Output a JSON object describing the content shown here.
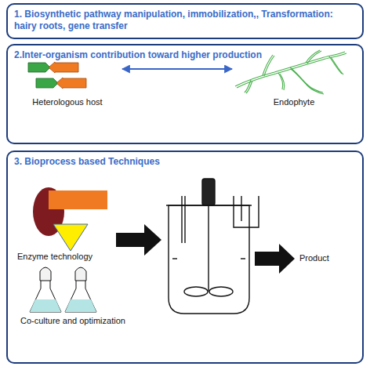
{
  "diagram": {
    "nodes": [
      {
        "text": [
          "1. Biosynthetic pathway manipulation, immobilization,, Transformation: hairy roots, gene transfer"
        ]
      },
      {
        "text": [
          "2.Inter-organism contribution toward higher production"
        ]
      },
      {
        "text": [
          "Heterologous host"
        ],
        "in": 1
      },
      {
        "text": [
          "Endophyte"
        ],
        "in": 1
      },
      {
        "text": [
          "3. Bioprocess based Techniques"
        ]
      }
    ],
    "edges": [
      {
        "from": 2,
        "to": 3,
        "arrow": "both"
      }
    ],
    "labels": [
      "Enzyme technology",
      "Co-culture and optimization",
      "Product"
    ]
  }
}
